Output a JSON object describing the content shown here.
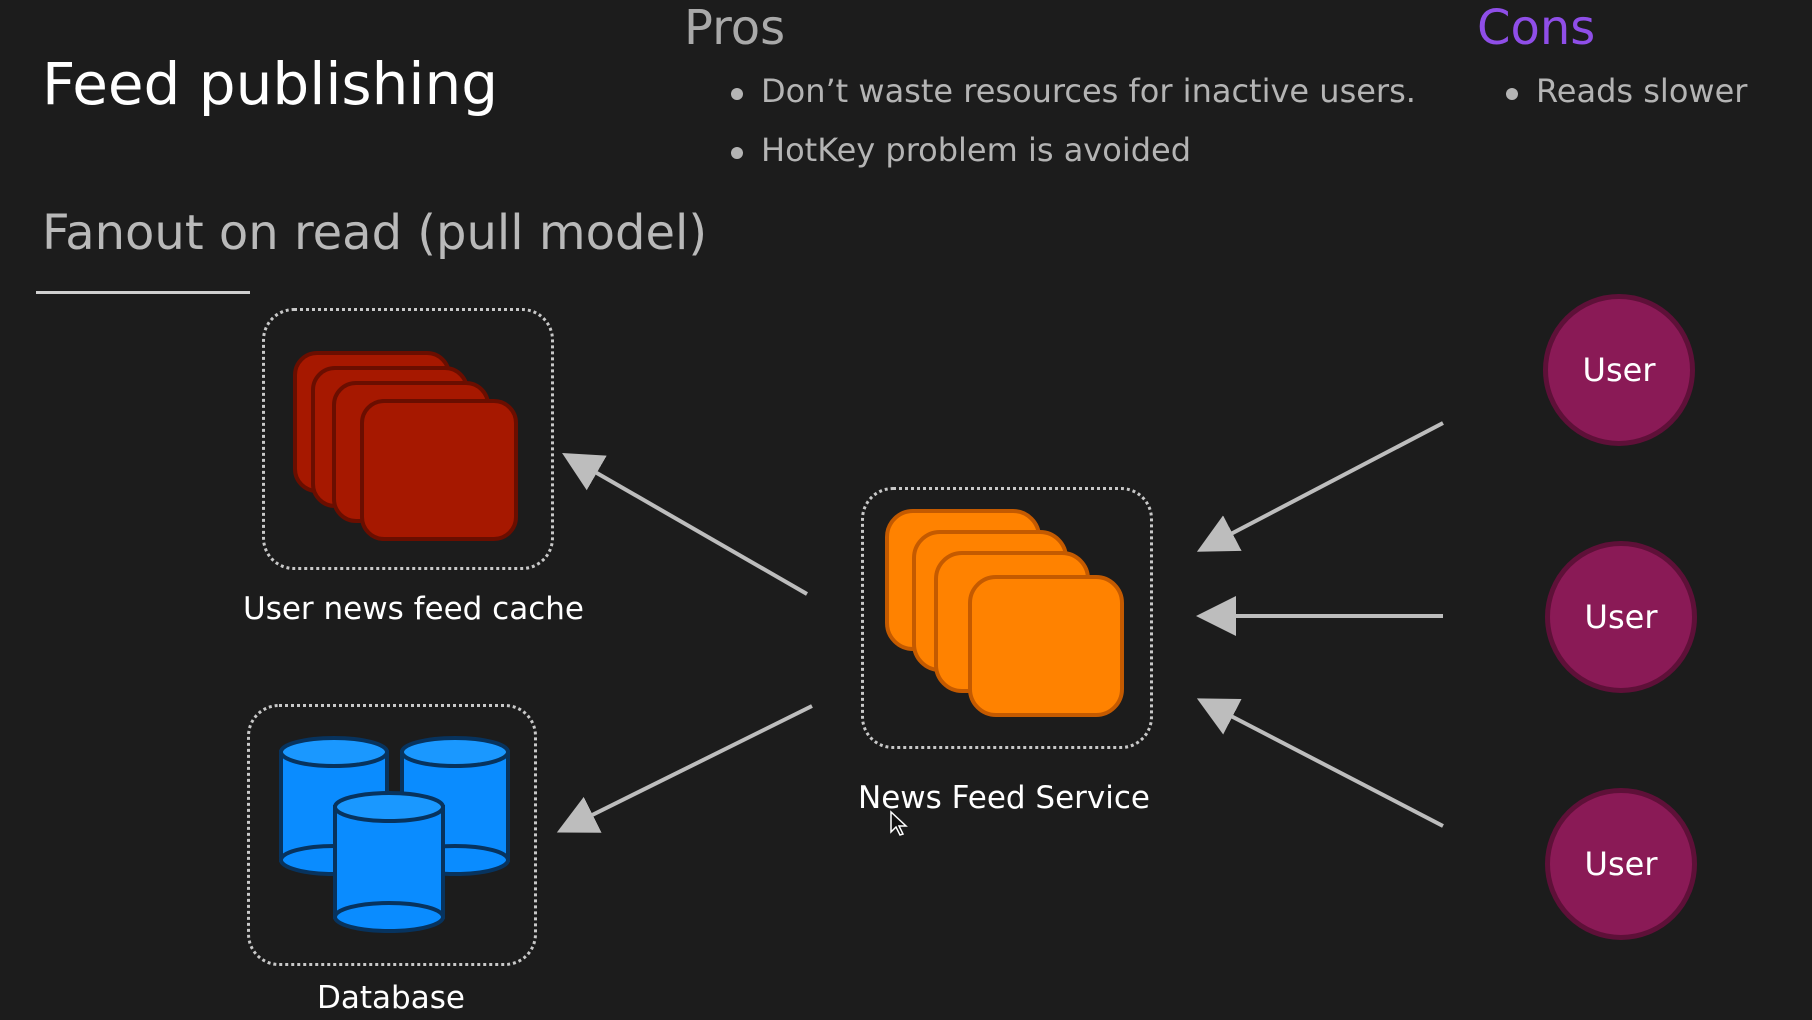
{
  "header": {
    "title": "Feed publishing",
    "subtitle": "Fanout on read (pull model)"
  },
  "pros": {
    "heading": "Pros",
    "items": [
      "Don’t waste resources for inactive users.",
      "HotKey problem is avoided"
    ]
  },
  "cons": {
    "heading": "Cons",
    "items": [
      "Reads slower"
    ]
  },
  "nodes": {
    "cache": {
      "label": "User news feed cache",
      "color": "#a61800"
    },
    "service": {
      "label": "News Feed Service",
      "color": "#ff8200"
    },
    "database": {
      "label": "Database",
      "color": "#0a8cff"
    },
    "users": [
      "User",
      "User",
      "User"
    ],
    "user_color": "#8a1a56"
  },
  "colors": {
    "background": "#1c1c1c",
    "arrow": "#bdbdbd",
    "cons_accent": "#8f4ee8"
  }
}
